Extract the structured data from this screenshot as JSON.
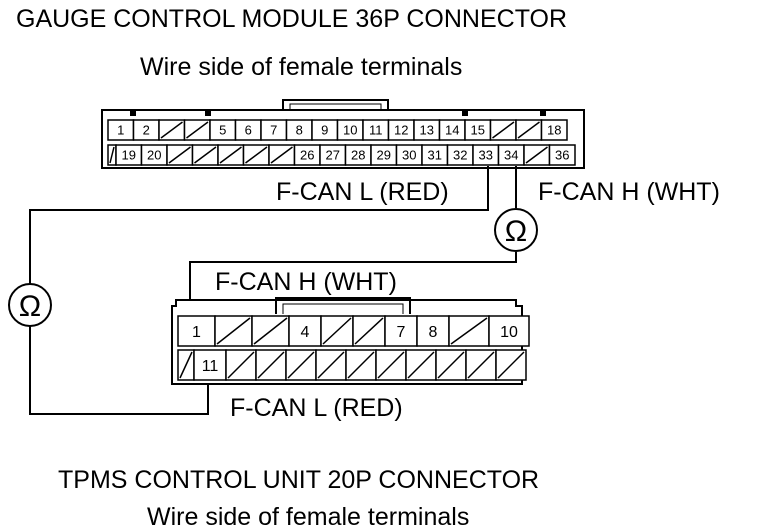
{
  "colors": {
    "ink": "#000000",
    "paper": "#ffffff"
  },
  "title_top": "GAUGE CONTROL MODULE 36P CONNECTOR",
  "subtitle_top": "Wire side of female terminals",
  "title_bottom": "TPMS CONTROL UNIT 20P CONNECTOR",
  "subtitle_bottom": "Wire side of female terminals",
  "ohm_symbol": "Ω",
  "icons": [
    "ohmmeter-icon",
    "ohmmeter-icon"
  ],
  "labels": {
    "gcm_fcan_l": "F-CAN L (RED)",
    "gcm_fcan_h": "F-CAN H (WHT)",
    "tpms_fcan_h": "F-CAN H (WHT)",
    "tpms_fcan_l": "F-CAN L (RED)"
  },
  "connector_36p": {
    "row1": [
      "1",
      "2",
      "",
      "",
      "5",
      "6",
      "7",
      "8",
      "9",
      "10",
      "11",
      "12",
      "13",
      "14",
      "15",
      "",
      "",
      "18"
    ],
    "row2": [
      "",
      "19",
      "20",
      "",
      "",
      "",
      "",
      "",
      "26",
      "27",
      "28",
      "29",
      "30",
      "31",
      "32",
      "33",
      "34",
      "",
      "36"
    ]
  },
  "connector_20p": {
    "row1": [
      "1",
      "",
      "",
      "4",
      "",
      "",
      "7",
      "8",
      "",
      "10"
    ],
    "row2": [
      "",
      "11",
      "",
      "",
      "",
      "",
      "",
      "",
      "",
      "",
      "",
      ""
    ]
  }
}
